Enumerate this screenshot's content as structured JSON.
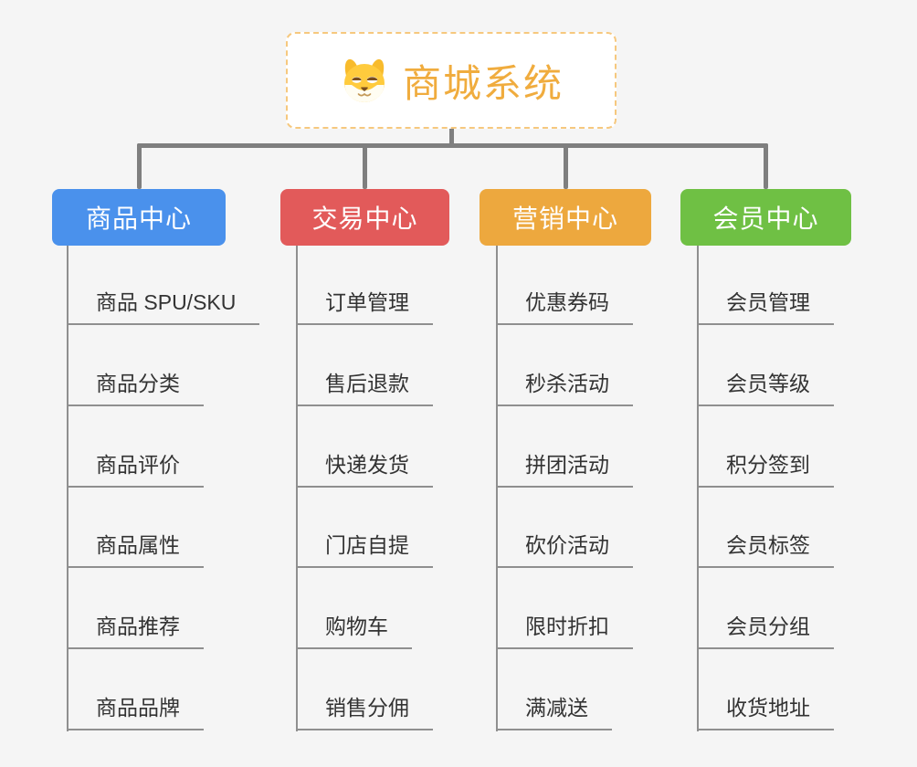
{
  "page": {
    "background": "#f5f5f5"
  },
  "root": {
    "title": "商城系统",
    "icon": "shiba-dog-icon",
    "text_color": "#f0ac3e",
    "border_color": "#f6c87e",
    "fill": "#ffffff"
  },
  "connector_color": "#7f7f7f",
  "leaf_line_color": "#8f8f8f",
  "leaf_text_color": "#333333",
  "branches": [
    {
      "id": "product-center",
      "label": "商品中心",
      "color": "#4a91ec",
      "items": [
        "商品 SPU/SKU",
        "商品分类",
        "商品评价",
        "商品属性",
        "商品推荐",
        "商品品牌"
      ]
    },
    {
      "id": "trade-center",
      "label": "交易中心",
      "color": "#e25a5a",
      "items": [
        "订单管理",
        "售后退款",
        "快递发货",
        "门店自提",
        "购物车",
        "销售分佣"
      ]
    },
    {
      "id": "marketing-center",
      "label": "营销中心",
      "color": "#eda83e",
      "items": [
        "优惠券码",
        "秒杀活动",
        "拼团活动",
        "砍价活动",
        "限时折扣",
        "满减送"
      ]
    },
    {
      "id": "member-center",
      "label": "会员中心",
      "color": "#6fc044",
      "items": [
        "会员管理",
        "会员等级",
        "积分签到",
        "会员标签",
        "会员分组",
        "收货地址"
      ]
    }
  ]
}
